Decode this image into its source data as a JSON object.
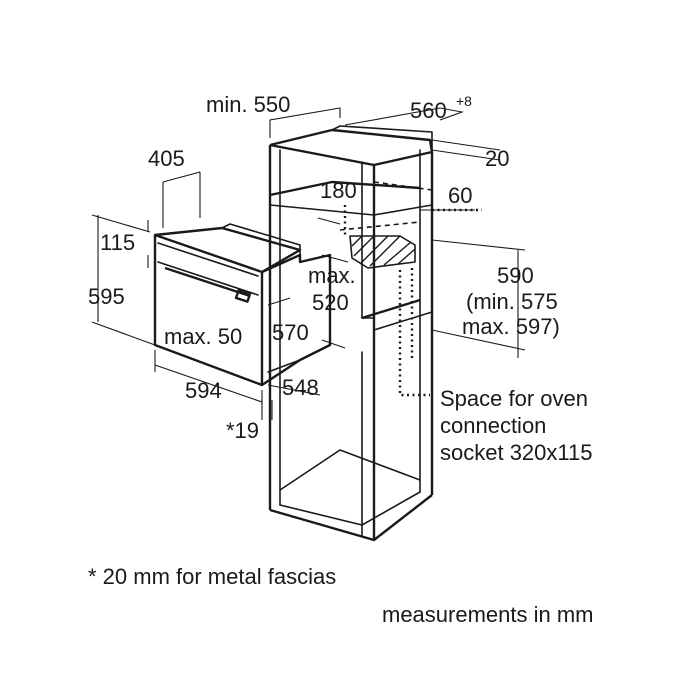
{
  "dimensions": {
    "min_550": "min. 550",
    "d560": "560",
    "d560_sup": "+8",
    "d20": "20",
    "d405": "405",
    "d180": "180",
    "d60": "60",
    "d115": "115",
    "d595": "595",
    "max_label": "max.",
    "d520": "520",
    "d590": "590",
    "min575": "(min. 575",
    "max597": "max. 597)",
    "max50": "max. 50",
    "d570": "570",
    "d594": "594",
    "d548": "548",
    "star19": "*19"
  },
  "socket_note": {
    "line1": "Space for oven",
    "line2": "connection",
    "line3": "socket 320x115"
  },
  "footnote": "* 20 mm for metal fascias",
  "units_note": "measurements in mm"
}
